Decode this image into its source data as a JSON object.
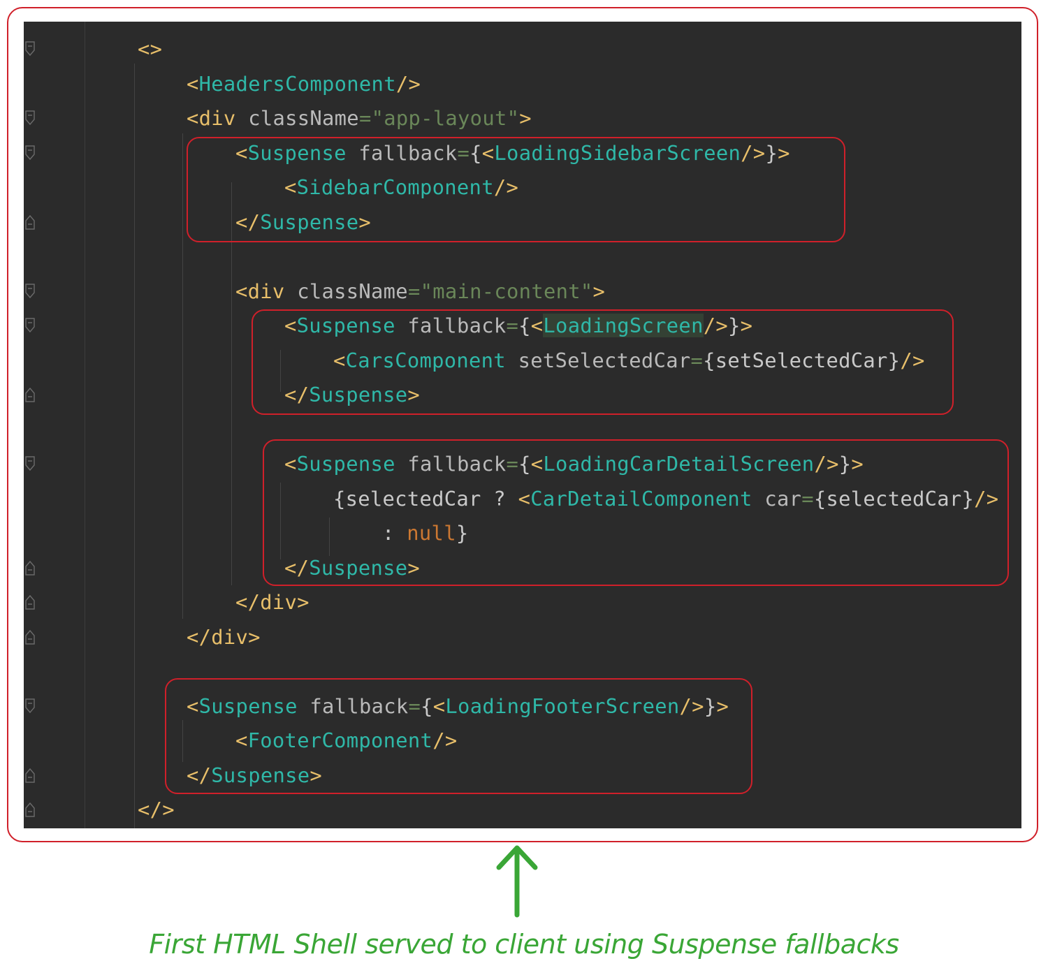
{
  "editor": {
    "lines": [
      [
        {
          "t": "<>",
          "c": "tag"
        }
      ],
      [
        {
          "t": "<",
          "c": "tag"
        },
        {
          "t": "HeadersComponent",
          "c": "comp"
        },
        {
          "t": "/>",
          "c": "tag"
        }
      ],
      [
        {
          "t": "<div ",
          "c": "tag"
        },
        {
          "t": "className",
          "c": "attr"
        },
        {
          "t": "=",
          "c": "eq"
        },
        {
          "t": "\"app-layout\"",
          "c": "str"
        },
        {
          "t": ">",
          "c": "tag"
        }
      ],
      [
        {
          "t": "<",
          "c": "tag"
        },
        {
          "t": "Suspense ",
          "c": "comp"
        },
        {
          "t": "fallback",
          "c": "attr"
        },
        {
          "t": "=",
          "c": "eq"
        },
        {
          "t": "{",
          "c": "brace"
        },
        {
          "t": "<",
          "c": "tag"
        },
        {
          "t": "LoadingSidebarScreen",
          "c": "comp"
        },
        {
          "t": "/>",
          "c": "tag"
        },
        {
          "t": "}",
          "c": "brace"
        },
        {
          "t": ">",
          "c": "tag"
        }
      ],
      [
        {
          "t": "<",
          "c": "tag"
        },
        {
          "t": "SidebarComponent",
          "c": "comp"
        },
        {
          "t": "/>",
          "c": "tag"
        }
      ],
      [
        {
          "t": "</",
          "c": "tag"
        },
        {
          "t": "Suspense",
          "c": "comp"
        },
        {
          "t": ">",
          "c": "tag"
        }
      ],
      [],
      [
        {
          "t": "<div ",
          "c": "tag"
        },
        {
          "t": "className",
          "c": "attr"
        },
        {
          "t": "=",
          "c": "eq"
        },
        {
          "t": "\"main-content\"",
          "c": "str"
        },
        {
          "t": ">",
          "c": "tag"
        }
      ],
      [
        {
          "t": "<",
          "c": "tag"
        },
        {
          "t": "Suspense ",
          "c": "comp"
        },
        {
          "t": "fallback",
          "c": "attr"
        },
        {
          "t": "=",
          "c": "eq"
        },
        {
          "t": "{",
          "c": "brace"
        },
        {
          "t": "<",
          "c": "tag"
        },
        {
          "t": "LoadingScreen",
          "c": "comp",
          "hl": true
        },
        {
          "t": "/>",
          "c": "tag"
        },
        {
          "t": "}",
          "c": "brace"
        },
        {
          "t": ">",
          "c": "tag"
        }
      ],
      [
        {
          "t": "<",
          "c": "tag"
        },
        {
          "t": "CarsComponent ",
          "c": "comp"
        },
        {
          "t": "setSelectedCar",
          "c": "attr"
        },
        {
          "t": "=",
          "c": "eq"
        },
        {
          "t": "{setSelectedCar}",
          "c": "brace"
        },
        {
          "t": "/>",
          "c": "tag"
        }
      ],
      [
        {
          "t": "</",
          "c": "tag"
        },
        {
          "t": "Suspense",
          "c": "comp"
        },
        {
          "t": ">",
          "c": "tag"
        }
      ],
      [],
      [
        {
          "t": "<",
          "c": "tag"
        },
        {
          "t": "Suspense ",
          "c": "comp"
        },
        {
          "t": "fallback",
          "c": "attr"
        },
        {
          "t": "=",
          "c": "eq"
        },
        {
          "t": "{",
          "c": "brace"
        },
        {
          "t": "<",
          "c": "tag"
        },
        {
          "t": "LoadingCarDetailScreen",
          "c": "comp"
        },
        {
          "t": "/>",
          "c": "tag"
        },
        {
          "t": "}",
          "c": "brace"
        },
        {
          "t": ">",
          "c": "tag"
        }
      ],
      [
        {
          "t": "{selectedCar ? ",
          "c": "text"
        },
        {
          "t": "<",
          "c": "tag"
        },
        {
          "t": "CarDetailComponent ",
          "c": "comp"
        },
        {
          "t": "car",
          "c": "attr"
        },
        {
          "t": "=",
          "c": "eq"
        },
        {
          "t": "{selectedCar}",
          "c": "brace"
        },
        {
          "t": "/>",
          "c": "tag"
        }
      ],
      [
        {
          "t": ": ",
          "c": "text"
        },
        {
          "t": "null",
          "c": "kw"
        },
        {
          "t": "}",
          "c": "text"
        }
      ],
      [
        {
          "t": "</",
          "c": "tag"
        },
        {
          "t": "Suspense",
          "c": "comp"
        },
        {
          "t": ">",
          "c": "tag"
        }
      ],
      [
        {
          "t": "</div>",
          "c": "tag"
        }
      ],
      [
        {
          "t": "</div>",
          "c": "tag"
        }
      ],
      [],
      [
        {
          "t": "<",
          "c": "tag"
        },
        {
          "t": "Suspense ",
          "c": "comp"
        },
        {
          "t": "fallback",
          "c": "attr"
        },
        {
          "t": "=",
          "c": "eq"
        },
        {
          "t": "{",
          "c": "brace"
        },
        {
          "t": "<",
          "c": "tag"
        },
        {
          "t": "LoadingFooterScreen",
          "c": "comp"
        },
        {
          "t": "/>",
          "c": "tag"
        },
        {
          "t": "}",
          "c": "brace"
        },
        {
          "t": ">",
          "c": "tag"
        }
      ],
      [
        {
          "t": "<",
          "c": "tag"
        },
        {
          "t": "FooterComponent",
          "c": "comp"
        },
        {
          "t": "/>",
          "c": "tag"
        }
      ],
      [
        {
          "t": "</",
          "c": "tag"
        },
        {
          "t": "Suspense",
          "c": "comp"
        },
        {
          "t": ">",
          "c": "tag"
        }
      ],
      [
        {
          "t": "</>",
          "c": "tag"
        }
      ]
    ]
  },
  "caption": {
    "text": "First HTML Shell served to client using Suspense fallbacks"
  },
  "colors": {
    "editor_bg": "#2b2b2b",
    "tag": "#e8bf6a",
    "component": "#2fb8a8",
    "attribute": "#bababa",
    "string": "#6a8759",
    "keyword": "#cc7832",
    "highlight_border": "#d0202a",
    "caption": "#3aa636"
  }
}
